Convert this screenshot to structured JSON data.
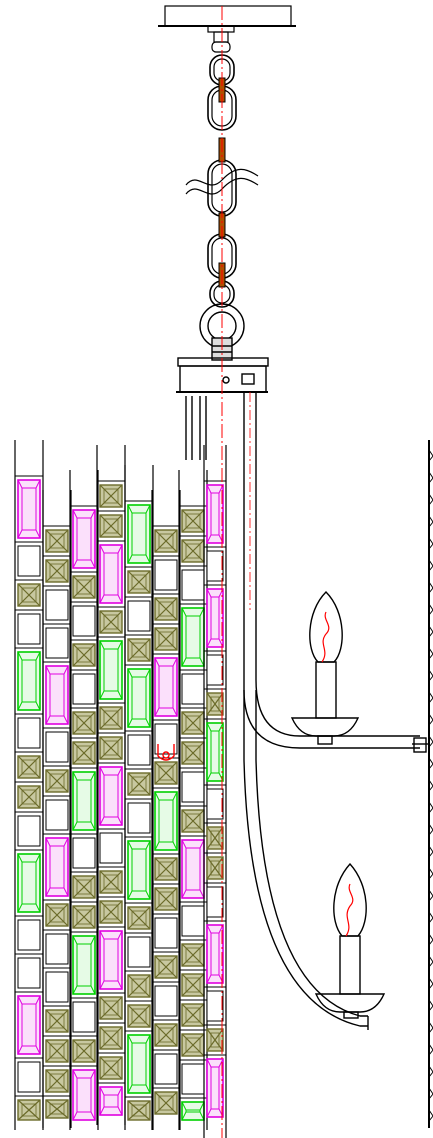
{
  "drawing": {
    "colors": {
      "line": "#000000",
      "centerline": "#ff0000",
      "crystal_magenta": "#e000e0",
      "crystal_magenta_fill": "#ff66ff",
      "crystal_green": "#00d000",
      "bead_olive": "#6b6b2a",
      "bead_fill": "#c8c8a0",
      "flame": "#ff0000",
      "chain_accent": "#b05000",
      "hook": "#ff0000"
    },
    "icons": [
      "ceiling-canopy",
      "chain",
      "break-symbol",
      "eye-bolt",
      "crystal-panel-strands",
      "candle-arm",
      "candle-bulb",
      "wall-mount"
    ]
  }
}
